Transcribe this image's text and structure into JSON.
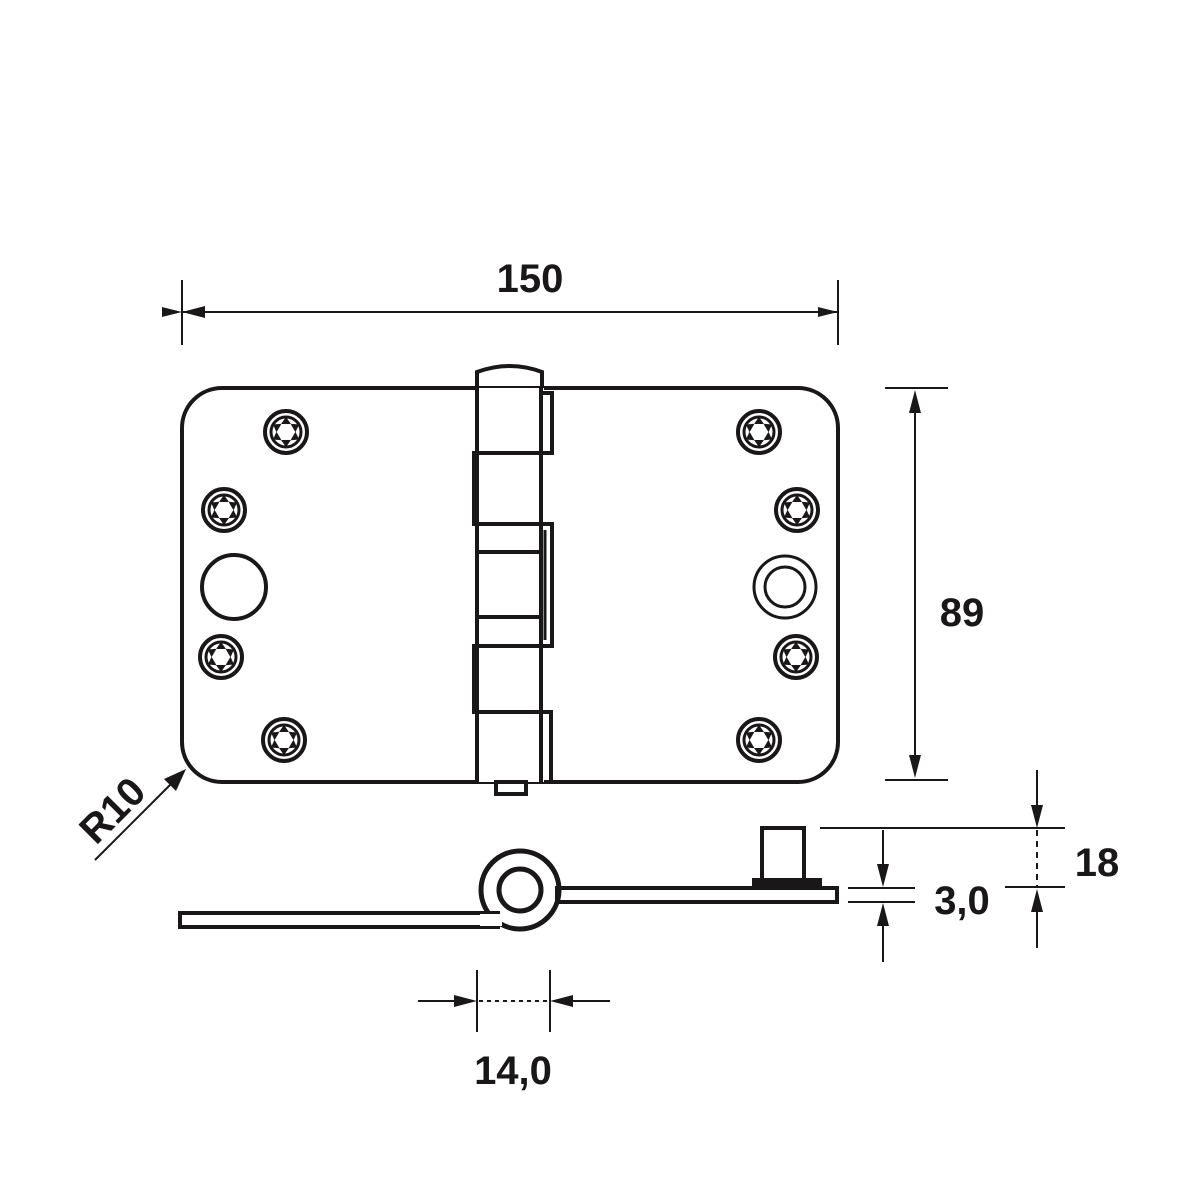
{
  "drawing": {
    "line_color": "#1a1718",
    "background": "#ffffff",
    "dimensions": {
      "width": "150",
      "height": "89",
      "corner_radius": "R10",
      "leaf_thickness": "3,0",
      "overall_thickness": "18",
      "knuckle_diameter": "14,0"
    },
    "screw_icon": "torx-screw-icon",
    "hole_icon": "mounting-hole-icon"
  }
}
